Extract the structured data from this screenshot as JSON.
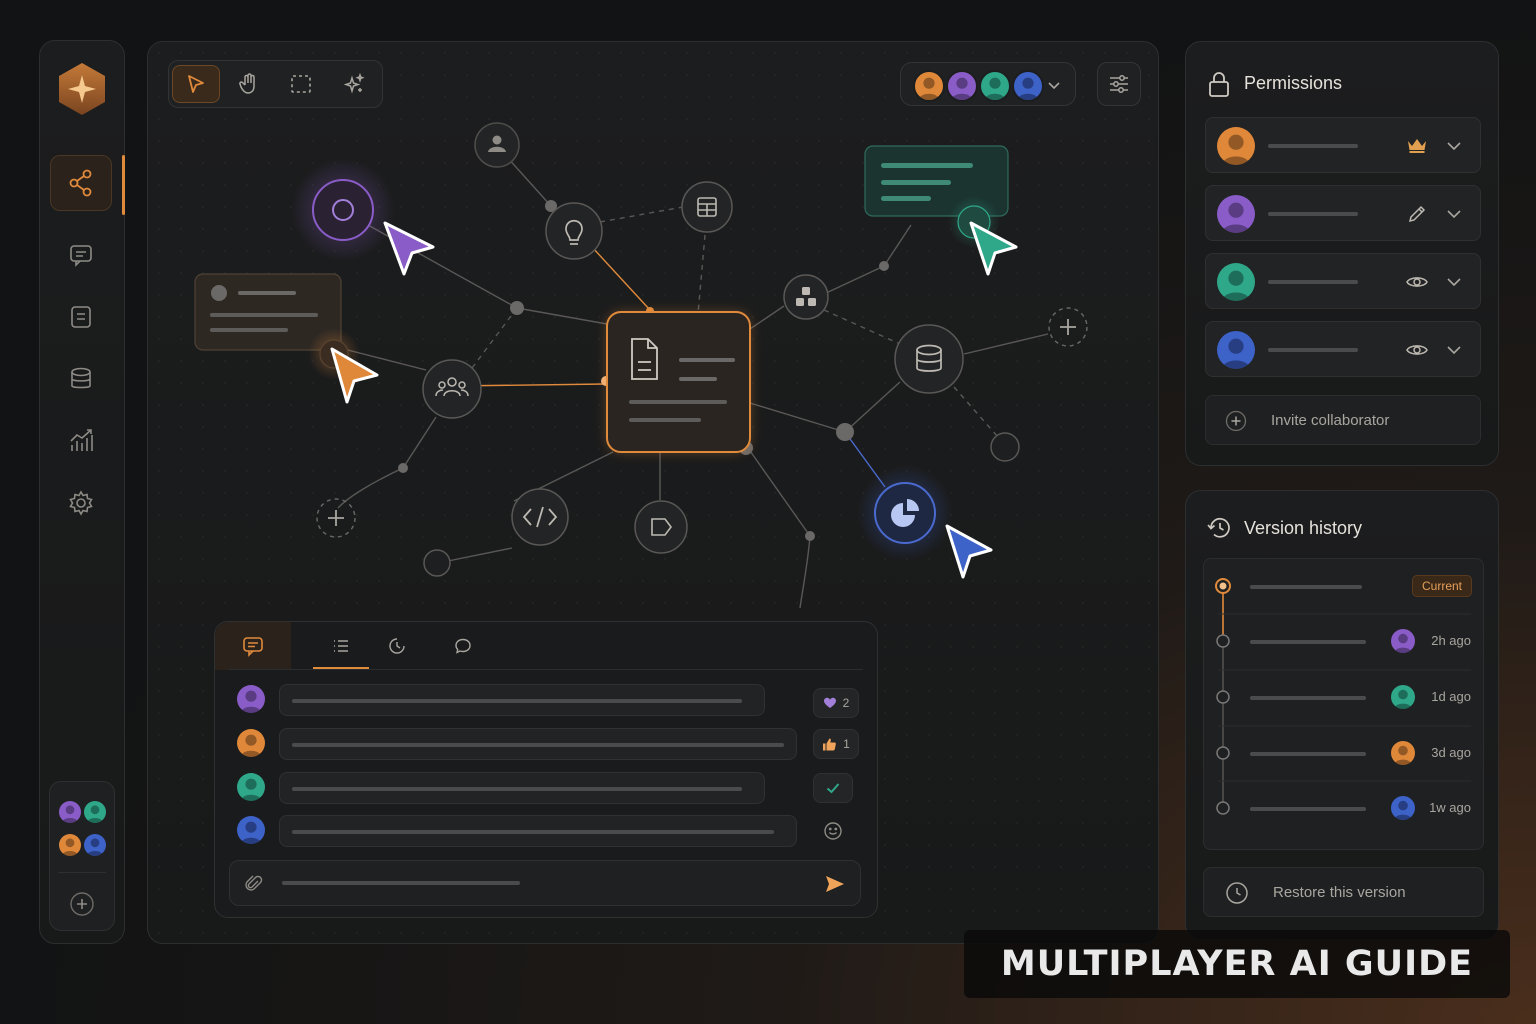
{
  "colors": {
    "accent": "#e08a3c",
    "purple": "#8a5cc8",
    "green": "#2fa88a",
    "blue": "#3d62c8",
    "orange": "#e0883a"
  },
  "canvas": {
    "tools": [
      "cursor-icon",
      "hand-icon",
      "marquee-select-icon",
      "sparkle-icon"
    ],
    "active_tool": "cursor"
  },
  "comments": {
    "reactions": [
      {
        "icon": "heart-icon",
        "count": "2"
      },
      {
        "icon": "thumbs-up-icon",
        "count": "1"
      },
      {
        "icon": "check-icon",
        "count": ""
      },
      {
        "icon": "smiley-icon",
        "count": ""
      }
    ]
  },
  "permissions": {
    "title": "Permissions",
    "invite_label": "Invite collaborator",
    "roles": [
      "crown-icon",
      "pencil-icon",
      "eye-icon",
      "eye-icon"
    ]
  },
  "version_history": {
    "title": "Version history",
    "current_badge": "Current",
    "entries": [
      {
        "time": "2h ago"
      },
      {
        "time": "1d ago"
      },
      {
        "time": "3d ago"
      },
      {
        "time": "1w ago"
      }
    ],
    "restore_label": "Restore this version"
  },
  "caption": "MULTIPLAYER AI GUIDE"
}
